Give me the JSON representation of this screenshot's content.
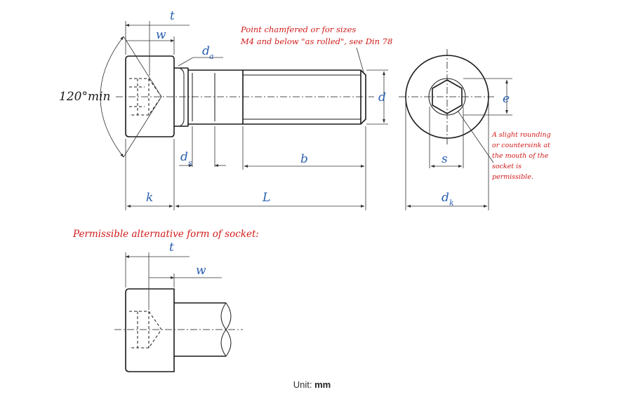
{
  "labels": {
    "t": "t",
    "w": "w",
    "d": "d",
    "d_sub_a": "a",
    "d_sub_s": "s",
    "d_sub_k": "k",
    "b": "b",
    "e": "e",
    "s": "s",
    "k": "k",
    "L": "L",
    "angle": "120°min"
  },
  "notes": {
    "point_chamfered_line1": "Point chamfered or for sizes",
    "point_chamfered_line2": "M4 and below \"as rolled\", see Din 78",
    "rounding_line1": "A slight rounding",
    "rounding_line2": "or countersink at",
    "rounding_line3": "the mouth of the",
    "rounding_line4": "socket is",
    "rounding_line5": "permissible.",
    "alt_form_heading": "Permissible alternative form of socket:"
  },
  "alt_labels": {
    "t": "t",
    "w": "w"
  },
  "unit": {
    "label": "Unit:",
    "value": "mm"
  }
}
